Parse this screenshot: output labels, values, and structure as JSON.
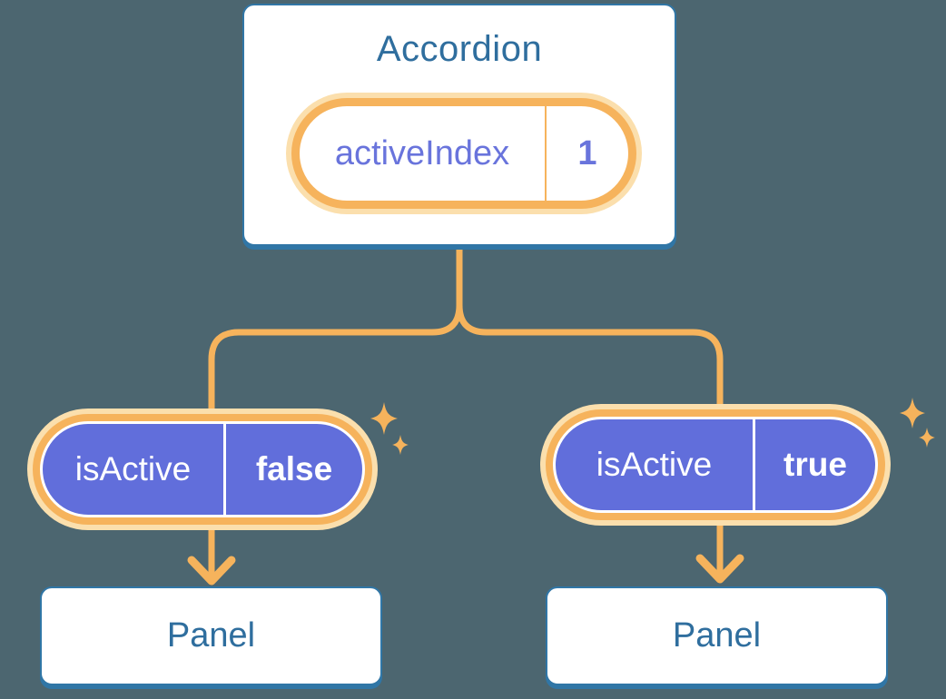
{
  "colors": {
    "background": "#4C6670",
    "orange": "#F6B35C",
    "orange-halo": "#FBDFAD",
    "purple": "#616EDB",
    "purple-text": "#6974DC",
    "blue-border": "#3076A6",
    "blue-text": "#2F6E9E",
    "white": "#FFFFFF"
  },
  "icons": {
    "sparkle": "four-point-sparkle ✦",
    "arrowhead": "chevron-down arrow"
  },
  "accordion": {
    "title": "Accordion",
    "state_pill": {
      "label": "activeIndex",
      "value": "1"
    }
  },
  "children": {
    "left": {
      "prop_pill": {
        "label": "isActive",
        "value": "false"
      },
      "panel": "Panel"
    },
    "right": {
      "prop_pill": {
        "label": "isActive",
        "value": "true"
      },
      "panel": "Panel"
    }
  }
}
